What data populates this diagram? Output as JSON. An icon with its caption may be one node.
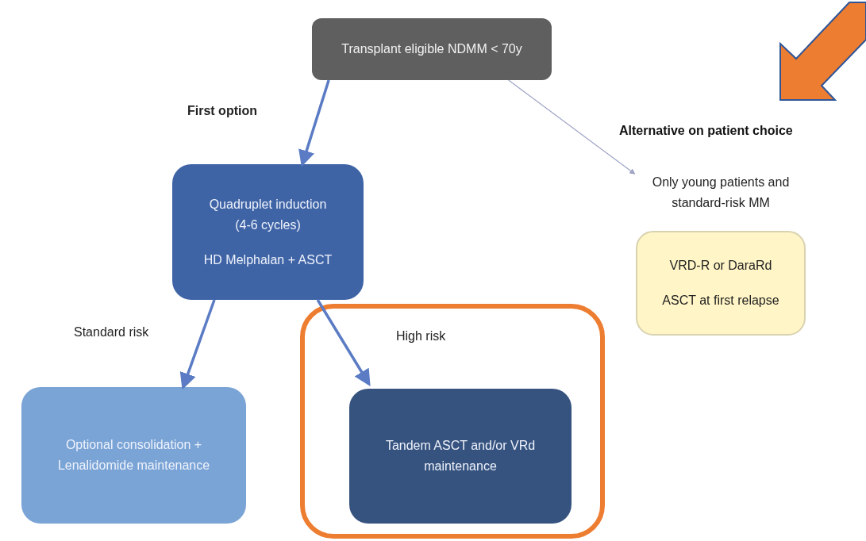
{
  "diagram": {
    "nodes": [
      {
        "text": [
          "Transplant eligible NDMM < 70y"
        ]
      },
      {
        "text": [
          "Quadruplet induction (4-6 cycles)",
          "HD Melphalan + ASCT"
        ]
      },
      {
        "text": [
          "Only young patients and standard-risk MM"
        ]
      },
      {
        "text": [
          "VRD-R or DaraRd",
          "ASCT at first relapse"
        ]
      },
      {
        "text": [
          "Optional consolidation + Lenalidomide maintenance"
        ]
      },
      {
        "text": [],
        "shape": "box"
      },
      {
        "text": [
          "Tandem ASCT and/or VRd maintenance"
        ],
        "in": 5
      }
    ],
    "edges": [
      {
        "from": 0,
        "to": 1,
        "arrow": "to",
        "label": "First option"
      },
      {
        "from": 0,
        "to": 2,
        "arrow": "to",
        "color": "#9ea3c4"
      },
      {
        "from": 1,
        "to": 4,
        "arrow": "to",
        "label": "Standard risk"
      },
      {
        "from": 1,
        "to": 6,
        "arrow": "to",
        "label": "High risk"
      }
    ],
    "labels": [
      "Alternative on patient choice"
    ]
  }
}
